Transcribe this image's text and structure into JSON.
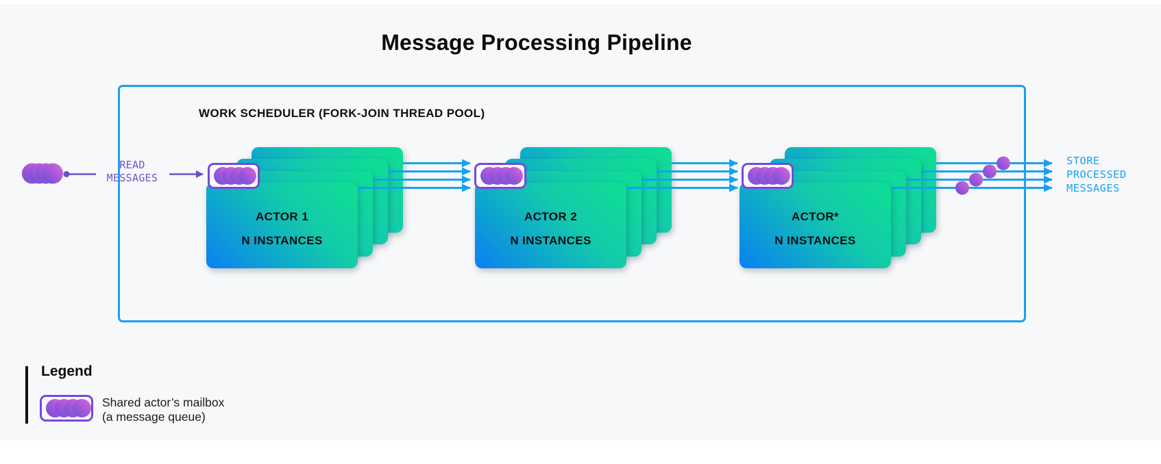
{
  "title": "Message Processing Pipeline",
  "scheduler": {
    "label": "WORK SCHEDULER (FORK-JOIN THREAD POOL)"
  },
  "flow": {
    "read_label": "READ\nMESSAGES",
    "store_label": "STORE\nPROCESSED\nMESSAGES"
  },
  "actors": [
    {
      "name": "ACTOR 1",
      "instances": "N INSTANCES"
    },
    {
      "name": "ACTOR 2",
      "instances": "N INSTANCES"
    },
    {
      "name": "ACTOR*",
      "instances": "N INSTANCES"
    }
  ],
  "legend": {
    "title": "Legend",
    "mailbox_label": "Shared actor’s mailbox\n(a message queue)"
  },
  "icons": {
    "queue": "message-queue-dots",
    "mailbox": "shared-mailbox",
    "arrow": "flow-arrow"
  },
  "colors": {
    "background": "#F7F8F9",
    "accent_blue": "#18A0F2",
    "accent_purple": "#6A55CE",
    "mailbox_border": "#7747E0",
    "card_gradient_start": "#0A80F3",
    "card_gradient_end": "#0EDF92",
    "dot_gradient_start": "#6B4ED5",
    "dot_gradient_end": "#DD68DF",
    "text_dark": "#0B0B0D"
  }
}
